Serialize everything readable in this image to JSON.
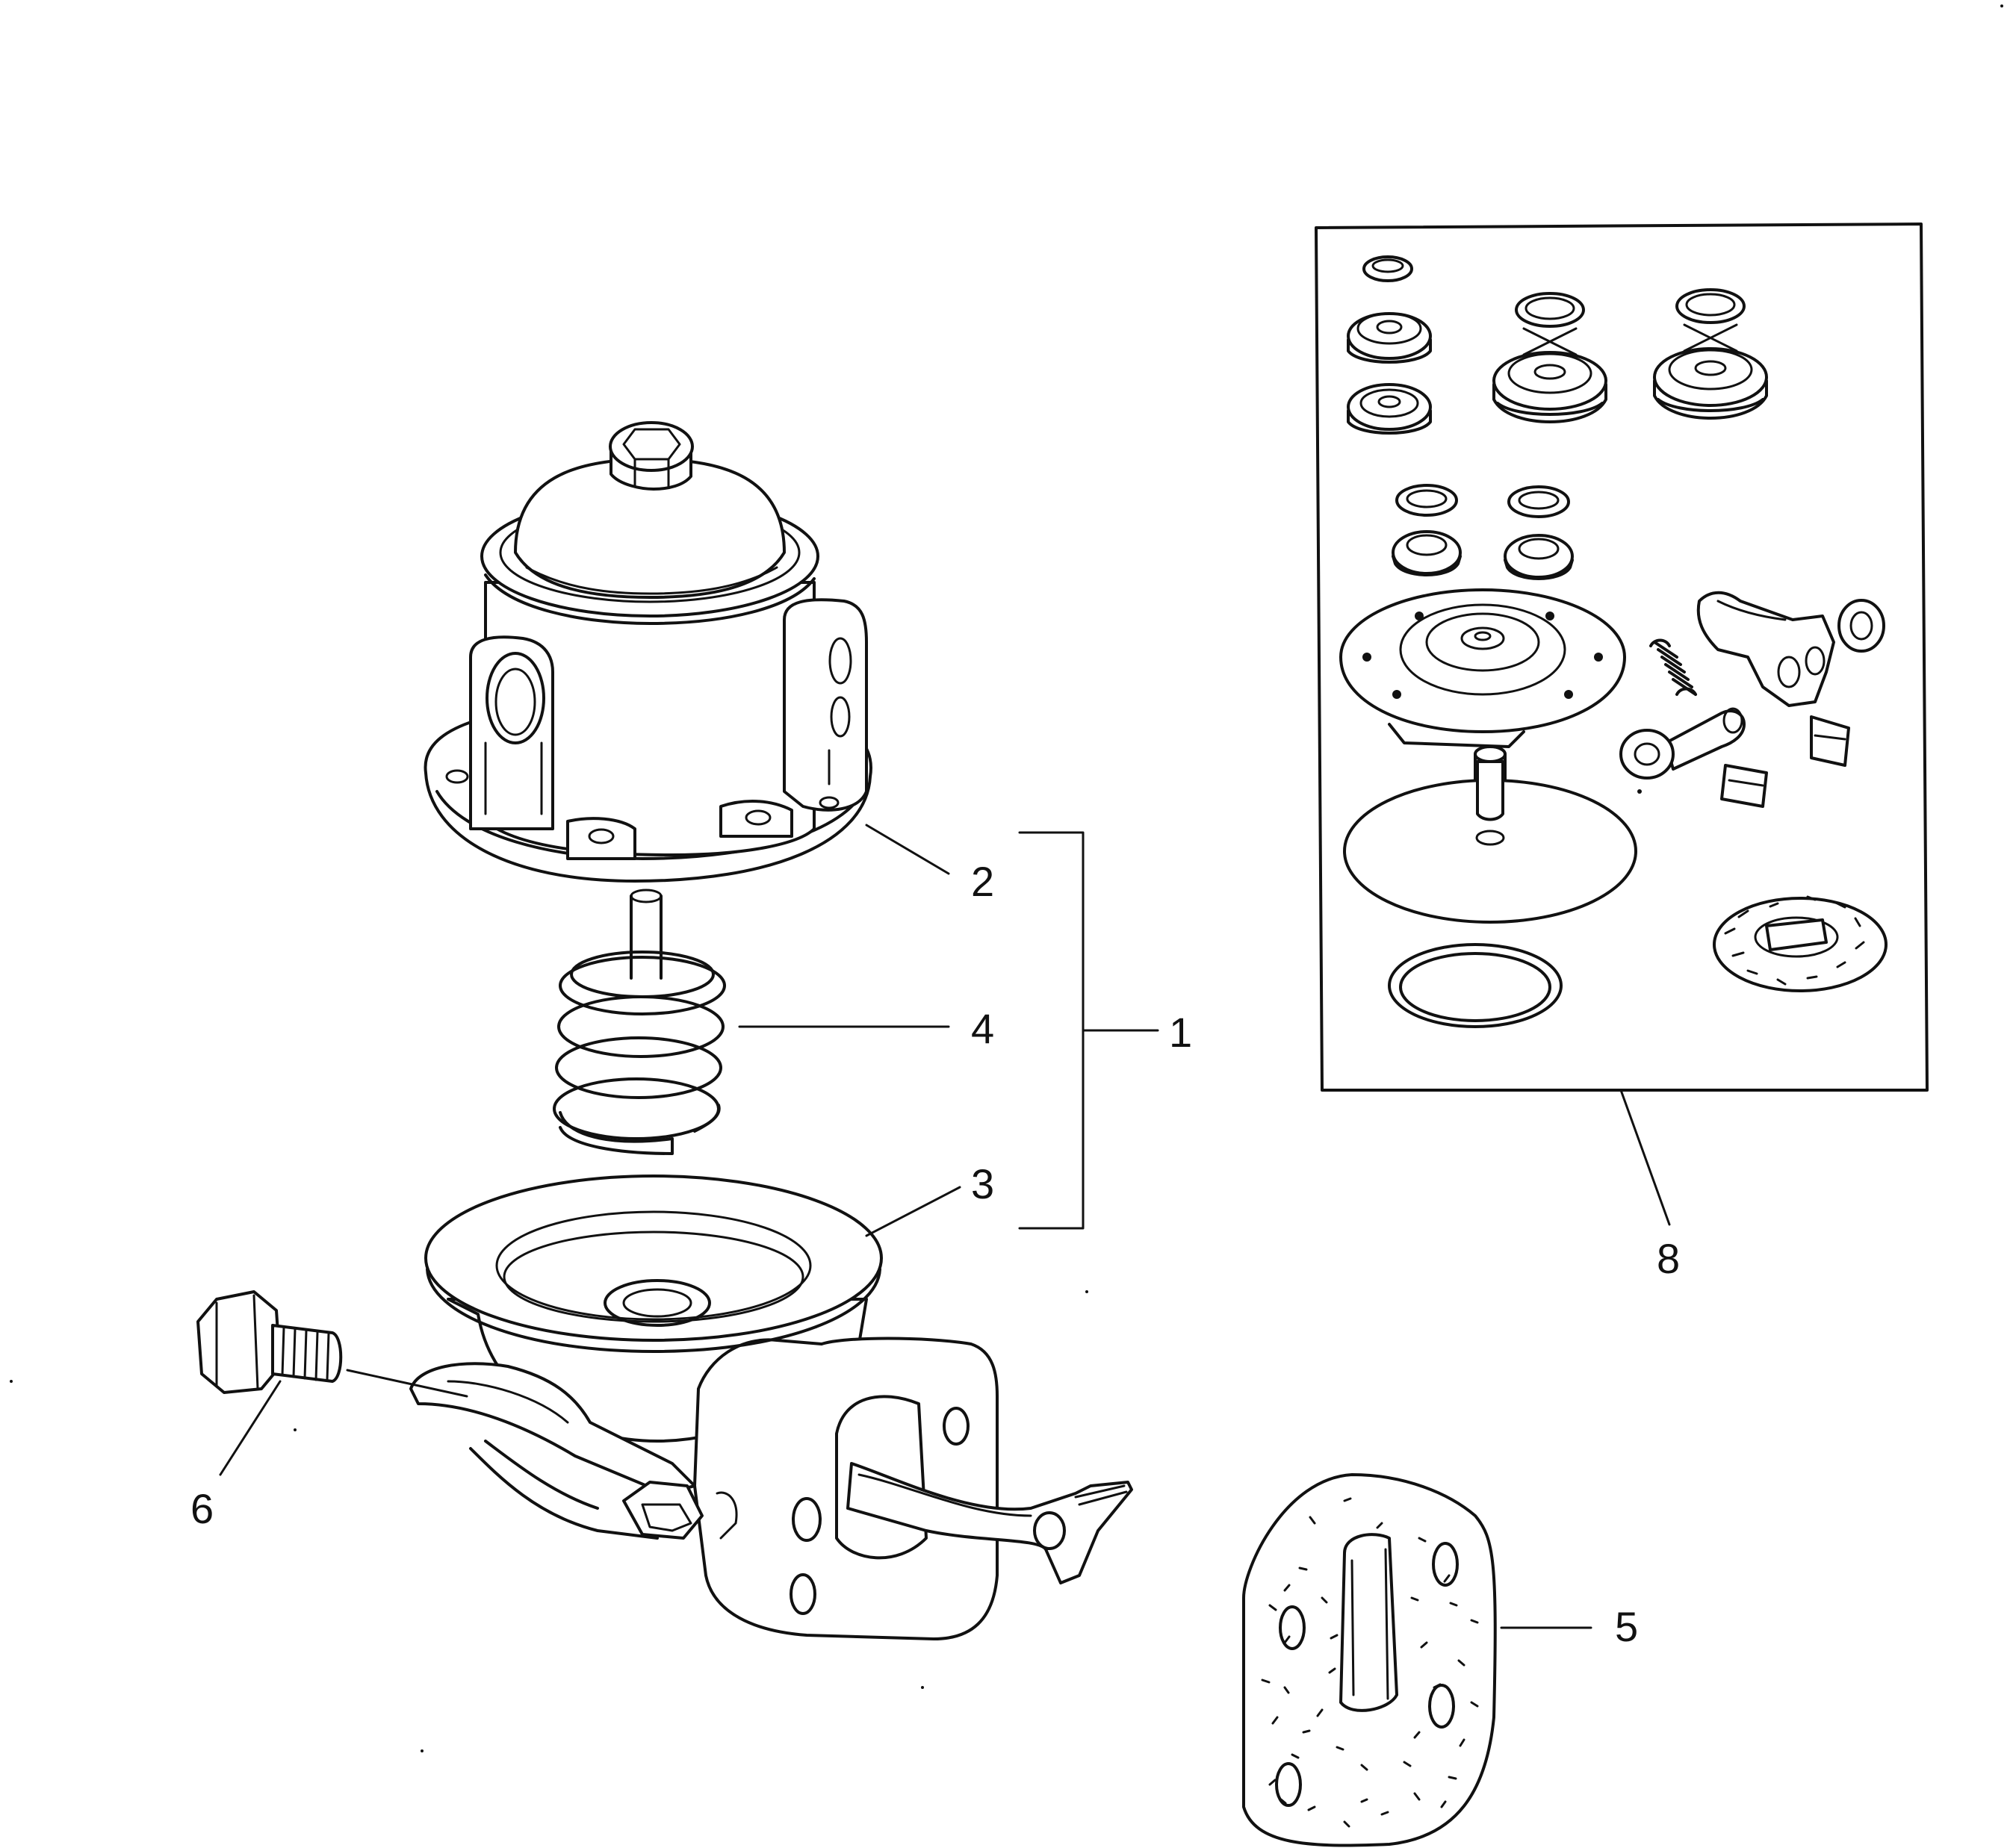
{
  "figure": {
    "background": "#ffffff",
    "ink": "#111111"
  },
  "callouts": {
    "c1": "1",
    "c2": "2",
    "c3": "3",
    "c4": "4",
    "c5": "5",
    "c6": "6",
    "c8": "8"
  },
  "parts": [
    {
      "ref": "1",
      "name": "fuel-pump-assembly"
    },
    {
      "ref": "2",
      "name": "pump-cover"
    },
    {
      "ref": "3",
      "name": "diaphragm"
    },
    {
      "ref": "4",
      "name": "spring"
    },
    {
      "ref": "5",
      "name": "gasket"
    },
    {
      "ref": "6",
      "name": "bolt"
    },
    {
      "ref": "8",
      "name": "repair-kit"
    }
  ]
}
